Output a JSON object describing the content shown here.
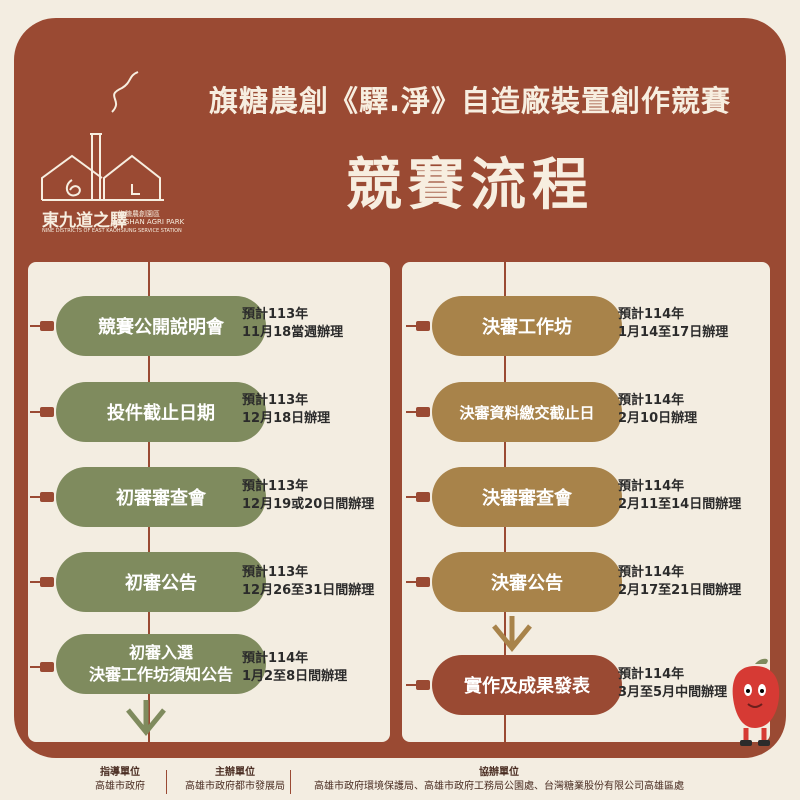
{
  "header": {
    "title": "旗糖農創《驛.淨》自造廠裝置創作競賽",
    "subtitle": "競賽流程"
  },
  "logo": {
    "name": "東九道之驛",
    "park_zh": "旗糖農創園區",
    "park_en": "CISHAN AGRI PARK",
    "station_en": "NINE DISTRICTS OF EAST KAOHSIUNG SERVICE STATION"
  },
  "left_steps": [
    {
      "label": "競賽公開說明會",
      "info1": "預計113年",
      "info2": "11月18當週辦理"
    },
    {
      "label": "投件截止日期",
      "info1": "預計113年",
      "info2": "12月18日辦理"
    },
    {
      "label": "初審審查會",
      "info1": "預計113年",
      "info2": "12月19或20日間辦理"
    },
    {
      "label": "初審公告",
      "info1": "預計113年",
      "info2": "12月26至31日間辦理"
    },
    {
      "label1": "初審入選",
      "label2": "決審工作坊須知公告",
      "info1": "預計114年",
      "info2": "1月2至8日間辦理"
    }
  ],
  "right_steps": [
    {
      "label": "決審工作坊",
      "info1": "預計114年",
      "info2": "1月14至17日辦理"
    },
    {
      "label": "決審資料繳交截止日",
      "info1": "預計114年",
      "info2": "2月10日辦理"
    },
    {
      "label": "決審審查會",
      "info1": "預計114年",
      "info2": "2月11至14日間辦理"
    },
    {
      "label": "決審公告",
      "info1": "預計114年",
      "info2": "2月17至21日間辦理"
    },
    {
      "label": "實作及成果發表",
      "info1": "預計114年",
      "info2": "3月至5月中間辦理"
    }
  ],
  "footer": {
    "guide_title": "指導單位",
    "guide_value": "高雄市政府",
    "host_title": "主辦單位",
    "host_value": "高雄市政府都市發展局",
    "coop_title": "協辦單位",
    "coop_value": "高雄市政府環境保護局、高雄市政府工務局公園處、台灣糖業股份有限公司高雄區處"
  },
  "colors": {
    "frame": "#9a4a33",
    "background": "#f3ede1",
    "left_steps": "#7f8b5e",
    "right_steps": "#a8834a"
  },
  "icons": [
    "factory-logo-icon",
    "down-arrow-icon",
    "mascot-icon"
  ]
}
